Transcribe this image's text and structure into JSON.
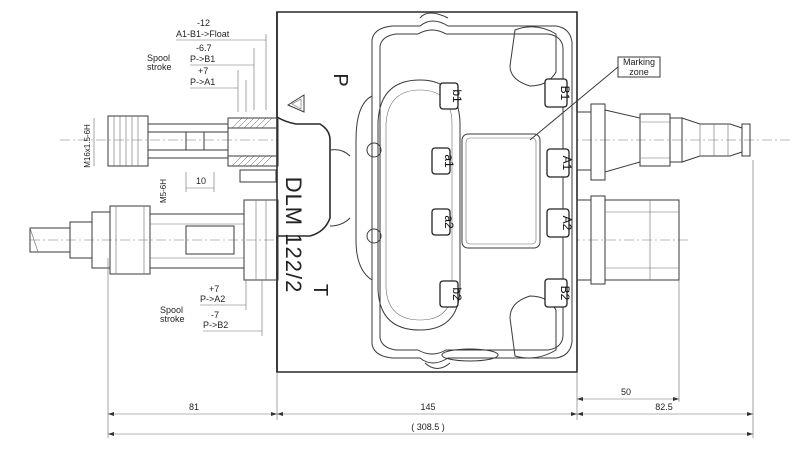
{
  "drawing": {
    "model": "DLM 122/2",
    "ports": {
      "pressure": "P",
      "tank": "T",
      "b1_inner": "b1",
      "a1_inner": "a1",
      "a2_inner": "a2",
      "b2_inner": "b2",
      "b1": "B1",
      "a1": "A1",
      "a2": "A2",
      "b2": "B2"
    },
    "marking_zone": {
      "line1": "Marking",
      "line2": "zone"
    },
    "spool_top": {
      "label_line1": "Spool",
      "label_line2": "stroke",
      "float_value": "-12",
      "float_label": "A1-B1->Float",
      "b1_value": "-6.7",
      "b1_label": "P->B1",
      "a1_value": "+7",
      "a1_label": "P->A1"
    },
    "spool_bottom": {
      "label_line1": "Spool",
      "label_line2": "stroke",
      "a2_value": "+7",
      "a2_label": "P->A2",
      "b2_value": "-7",
      "b2_label": "P->B2"
    },
    "threads": {
      "port_thread": "M16x1.5-6H",
      "screw_thread": "M5-6H",
      "dim_10": "10"
    },
    "dimensions": {
      "left": "81",
      "middle": "145",
      "right": "82.5",
      "overall": "( 308.5 )",
      "right_upper": "50"
    }
  }
}
